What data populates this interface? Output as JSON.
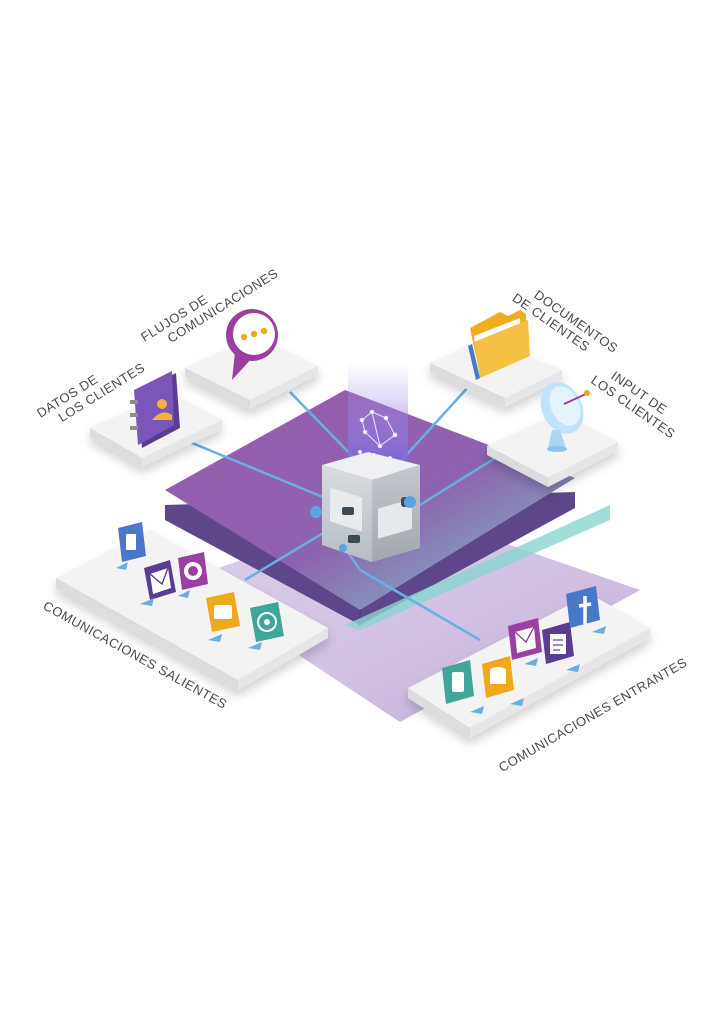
{
  "labels": {
    "datos": [
      "DATOS DE",
      "LOS CLIENTES"
    ],
    "flujos": [
      "FLUJOS DE",
      "COMUNICACIONES"
    ],
    "documentos": [
      "DOCUMENTOS",
      "DE CLIENTES"
    ],
    "input": [
      "INPUT DE",
      "LOS CLIENTES"
    ],
    "salientes": "COMUNICACIONES SALIENTES",
    "entrantes": "COMUNICACIONES ENTRANTES"
  },
  "colors": {
    "purple": "#8a4fa3",
    "purple_dark": "#5a3b8c",
    "teal": "#7fd3c9",
    "line_blue": "#6aaee3",
    "folder": "#f0ad1e",
    "icon_blue": "#4a78c8",
    "icon_purple": "#9b3fa0",
    "icon_teal": "#3fa79a",
    "icon_orange": "#f0a81c",
    "icon_violet": "#5a3d93"
  },
  "icons": {
    "datos": "contact-book-icon",
    "flujos": "chat-bubble-icon",
    "documentos": "folder-icon",
    "input": "satellite-dish-icon",
    "salientes": [
      "phone-icon",
      "mail-icon",
      "viber-icon",
      "sms-icon",
      "network-icon"
    ],
    "entrantes": [
      "mobile-icon",
      "database-icon",
      "mail-icon",
      "form-icon",
      "facebook-icon"
    ],
    "hub": "server-cube-icon"
  }
}
